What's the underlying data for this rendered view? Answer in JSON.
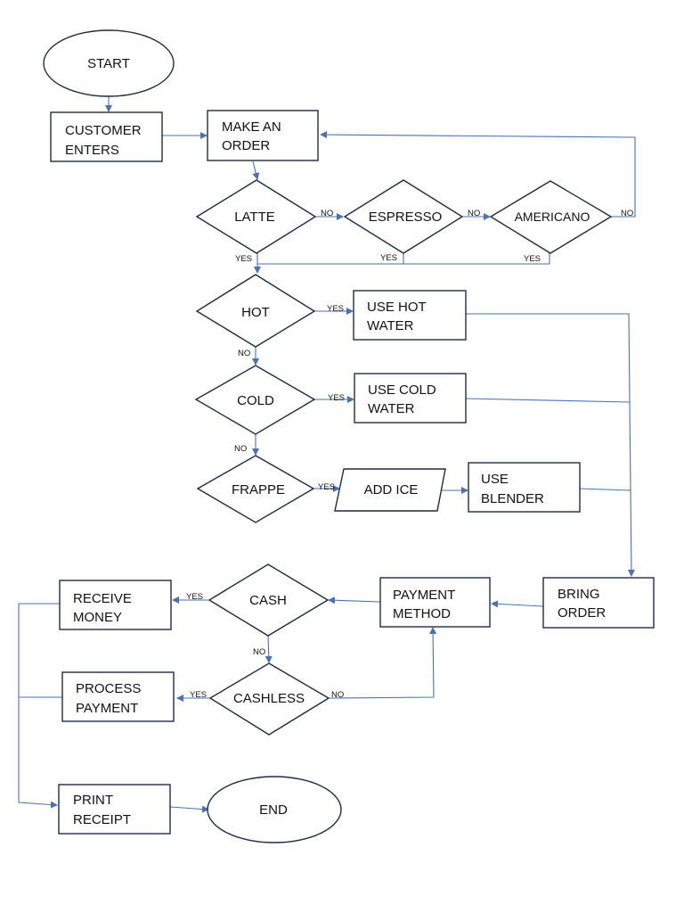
{
  "nodes": {
    "start": "START",
    "customer_enters": [
      "CUSTOMER",
      "ENTERS"
    ],
    "make_order": [
      "MAKE AN",
      "ORDER"
    ],
    "latte": "LATTE",
    "espresso": "ESPRESSO",
    "americano": "AMERICANO",
    "hot": "HOT",
    "use_hot_water": [
      "USE HOT",
      "WATER"
    ],
    "cold": "COLD",
    "use_cold_water": [
      "USE COLD",
      "WATER"
    ],
    "frappe": "FRAPPE",
    "add_ice": "ADD ICE",
    "use_blender": [
      "USE",
      "BLENDER"
    ],
    "bring_order": [
      "BRING",
      "ORDER"
    ],
    "payment_method": [
      "PAYMENT",
      "METHOD"
    ],
    "cash": "CASH",
    "receive_money": [
      "RECEIVE",
      "MONEY"
    ],
    "cashless": "CASHLESS",
    "process_payment": [
      "PROCESS",
      "PAYMENT"
    ],
    "print_receipt": [
      "PRINT",
      "RECEIPT"
    ],
    "end": "END"
  },
  "edge_labels": {
    "latte_no": "NO",
    "espresso_no": "NO",
    "americano_no": "NO",
    "latte_yes": "YES",
    "espresso_yes": "YES",
    "americano_yes": "YES",
    "hot_yes": "YES",
    "hot_no": "NO",
    "cold_yes": "YES",
    "cold_no": "NO",
    "frappe_yes": "YES",
    "cash_yes": "YES",
    "cash_no": "NO",
    "cashless_yes": "YES",
    "cashless_no": "NO"
  },
  "colors": {
    "shape_stroke": "#1f2a44",
    "connector": "#4a72b0",
    "text": "#111111"
  }
}
